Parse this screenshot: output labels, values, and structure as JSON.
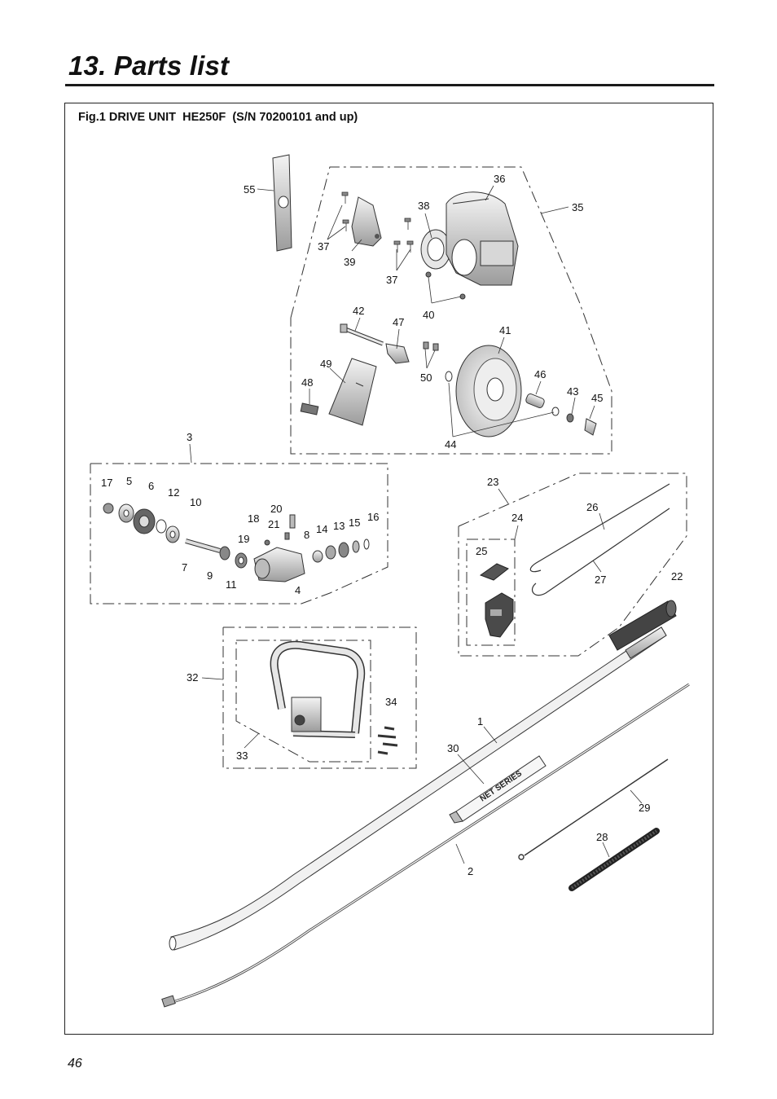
{
  "header": {
    "title": "13. Parts list"
  },
  "figure": {
    "caption": "Fig.1 DRIVE UNIT  HE250F  (S/N 70200101 and up)",
    "tube_print": "NET SERIES"
  },
  "callouts": {
    "c1": "1",
    "c2": "2",
    "c3": "3",
    "c4": "4",
    "c5": "5",
    "c6": "6",
    "c7": "7",
    "c8": "8",
    "c9": "9",
    "c10": "10",
    "c11": "11",
    "c12": "12",
    "c13": "13",
    "c14": "14",
    "c15": "15",
    "c16": "16",
    "c17": "17",
    "c18": "18",
    "c19": "19",
    "c20": "20",
    "c21": "21",
    "c22": "22",
    "c23": "23",
    "c24": "24",
    "c25": "25",
    "c26": "26",
    "c27": "27",
    "c28": "28",
    "c29": "29",
    "c30": "30",
    "c32": "32",
    "c33": "33",
    "c34": "34",
    "c35": "35",
    "c36": "36",
    "c37a": "37",
    "c37b": "37",
    "c38": "38",
    "c39": "39",
    "c40": "40",
    "c41": "41",
    "c42": "42",
    "c43": "43",
    "c44": "44",
    "c45": "45",
    "c46": "46",
    "c47": "47",
    "c48": "48",
    "c49": "49",
    "c50": "50",
    "c55": "55"
  },
  "footer": {
    "page_number": "46"
  }
}
